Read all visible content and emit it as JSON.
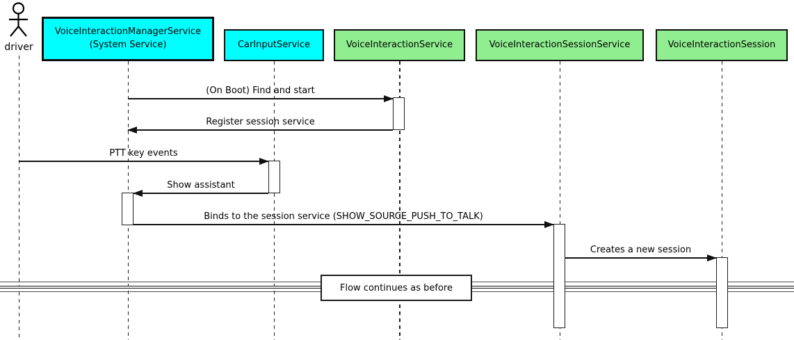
{
  "diagram_type": "uml-sequence-diagram",
  "actor": {
    "label": "driver"
  },
  "participants": [
    {
      "line1": "VoiceInteractionManagerService",
      "line2": "(System Service)",
      "fill": "#00FFFF"
    },
    {
      "label": "CarInputService",
      "fill": "#00FFFF"
    },
    {
      "label": "VoiceInteractionService",
      "fill": "#90EE90"
    },
    {
      "label": "VoiceInteractionSessionService",
      "fill": "#90EE90"
    },
    {
      "label": "VoiceInteractionSession",
      "fill": "#90EE90"
    }
  ],
  "messages": [
    {
      "label": "(On Boot) Find and start",
      "from": "VoiceInteractionManagerService",
      "to": "VoiceInteractionService",
      "direction": "right"
    },
    {
      "label": "Register session service",
      "from": "VoiceInteractionService",
      "to": "VoiceInteractionManagerService",
      "direction": "left"
    },
    {
      "label": "PTT key events",
      "from": "driver",
      "to": "CarInputService",
      "direction": "right"
    },
    {
      "label": "Show assistant",
      "from": "CarInputService",
      "to": "VoiceInteractionManagerService",
      "direction": "left"
    },
    {
      "label": "Binds to the session service (SHOW_SOURCE_PUSH_TO_TALK)",
      "from": "VoiceInteractionManagerService",
      "to": "VoiceInteractionSessionService",
      "direction": "right"
    },
    {
      "label": "Creates a new session",
      "from": "VoiceInteractionSessionService",
      "to": "VoiceInteractionSession",
      "direction": "right"
    }
  ],
  "divider": {
    "label": "Flow continues as before"
  },
  "colors": {
    "participant_cyan": "#00FFFF",
    "participant_green": "#90EE90",
    "border": "#000000",
    "background": "#FFFFFF"
  }
}
